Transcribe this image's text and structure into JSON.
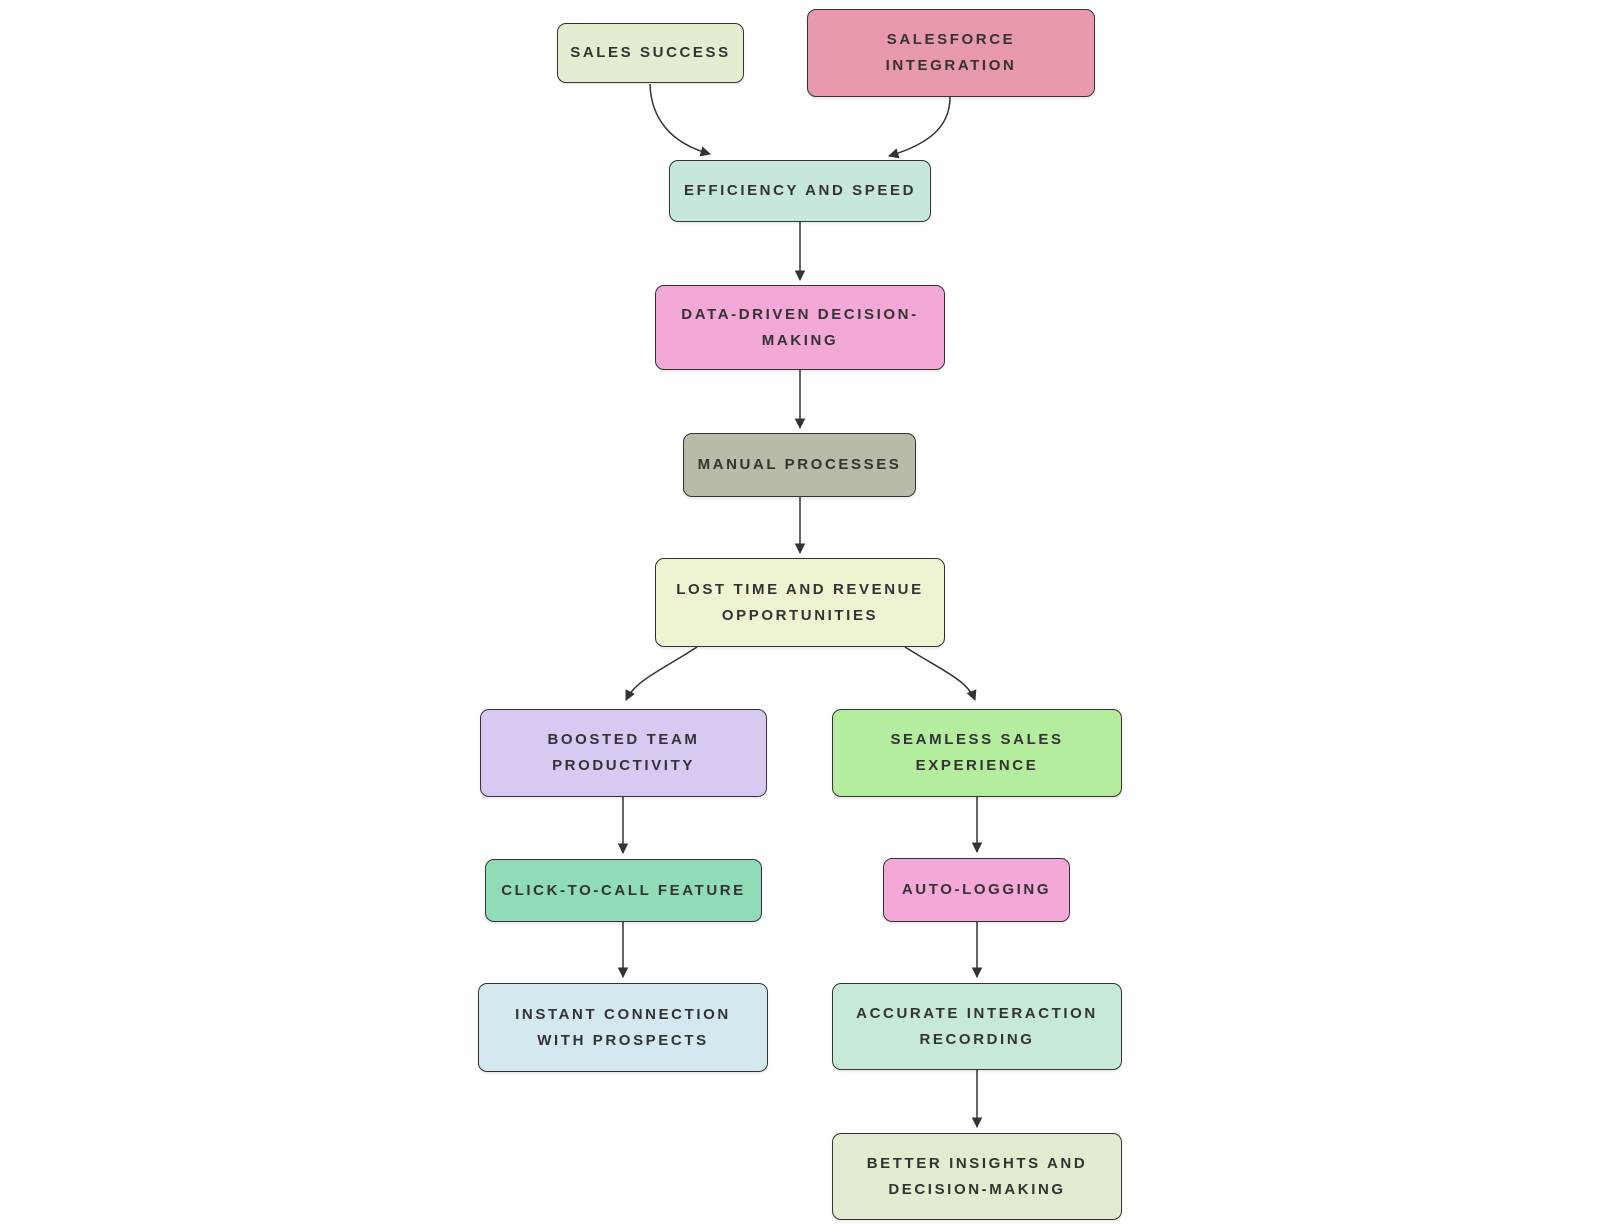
{
  "diagram": {
    "background": "#ffffff",
    "edge_color": "#333333",
    "text_color": "#333333",
    "nodes": [
      {
        "id": "sales-success",
        "label": "SALES SUCCESS",
        "lines": [
          "SALES SUCCESS"
        ],
        "fill": "#e3edcf"
      },
      {
        "id": "salesforce-integration",
        "label": "SALESFORCE INTEGRATION",
        "lines": [
          "SALESFORCE",
          "INTEGRATION"
        ],
        "fill": "#e899ac"
      },
      {
        "id": "efficiency-and-speed",
        "label": "EFFICIENCY AND SPEED",
        "lines": [
          "EFFICIENCY AND SPEED"
        ],
        "fill": "#c7e8d8"
      },
      {
        "id": "data-driven-decision-making",
        "label": "DATA-DRIVEN DECISION-MAKING",
        "lines": [
          "DATA-DRIVEN DECISION-",
          "MAKING"
        ],
        "fill": "#f3a8d8"
      },
      {
        "id": "manual-processes",
        "label": "MANUAL PROCESSES",
        "lines": [
          "MANUAL PROCESSES"
        ],
        "fill": "#babaa9"
      },
      {
        "id": "lost-time-and-revenue-opportunities",
        "label": "LOST TIME AND REVENUE OPPORTUNITIES",
        "lines": [
          "LOST TIME AND REVENUE",
          "OPPORTUNITIES"
        ],
        "fill": "#f0f3d1"
      },
      {
        "id": "boosted-team-productivity",
        "label": "BOOSTED TEAM PRODUCTIVITY",
        "lines": [
          "BOOSTED TEAM",
          "PRODUCTIVITY"
        ],
        "fill": "#d7c9f2"
      },
      {
        "id": "seamless-sales-experience",
        "label": "SEAMLESS SALES EXPERIENCE",
        "lines": [
          "SEAMLESS SALES",
          "EXPERIENCE"
        ],
        "fill": "#b5ed9f"
      },
      {
        "id": "click-to-call-feature",
        "label": "CLICK-TO-CALL FEATURE",
        "lines": [
          "CLICK-TO-CALL FEATURE"
        ],
        "fill": "#8fdcb7"
      },
      {
        "id": "auto-logging",
        "label": "AUTO-LOGGING",
        "lines": [
          "AUTO-LOGGING"
        ],
        "fill": "#f3a8d8"
      },
      {
        "id": "instant-connection-with-prospects",
        "label": "INSTANT CONNECTION WITH PROSPECTS",
        "lines": [
          "INSTANT CONNECTION",
          "WITH PROSPECTS"
        ],
        "fill": "#d4e8ef"
      },
      {
        "id": "accurate-interaction-recording",
        "label": "ACCURATE INTERACTION RECORDING",
        "lines": [
          "ACCURATE INTERACTION",
          "RECORDING"
        ],
        "fill": "#c7e9d8"
      },
      {
        "id": "better-insights-and-decision-making",
        "label": "BETTER INSIGHTS AND DECISION-MAKING",
        "lines": [
          "BETTER INSIGHTS AND",
          "DECISION-MAKING"
        ],
        "fill": "#e1ecd0"
      }
    ],
    "edges": [
      {
        "from": "SALES SUCCESS",
        "to": "EFFICIENCY AND SPEED"
      },
      {
        "from": "SALESFORCE INTEGRATION",
        "to": "EFFICIENCY AND SPEED"
      },
      {
        "from": "EFFICIENCY AND SPEED",
        "to": "DATA-DRIVEN DECISION-MAKING"
      },
      {
        "from": "DATA-DRIVEN DECISION-MAKING",
        "to": "MANUAL PROCESSES"
      },
      {
        "from": "MANUAL PROCESSES",
        "to": "LOST TIME AND REVENUE OPPORTUNITIES"
      },
      {
        "from": "LOST TIME AND REVENUE OPPORTUNITIES",
        "to": "BOOSTED TEAM PRODUCTIVITY"
      },
      {
        "from": "LOST TIME AND REVENUE OPPORTUNITIES",
        "to": "SEAMLESS SALES EXPERIENCE"
      },
      {
        "from": "BOOSTED TEAM PRODUCTIVITY",
        "to": "CLICK-TO-CALL FEATURE"
      },
      {
        "from": "SEAMLESS SALES EXPERIENCE",
        "to": "AUTO-LOGGING"
      },
      {
        "from": "CLICK-TO-CALL FEATURE",
        "to": "INSTANT CONNECTION WITH PROSPECTS"
      },
      {
        "from": "AUTO-LOGGING",
        "to": "ACCURATE INTERACTION RECORDING"
      },
      {
        "from": "ACCURATE INTERACTION RECORDING",
        "to": "BETTER INSIGHTS AND DECISION-MAKING"
      }
    ]
  }
}
